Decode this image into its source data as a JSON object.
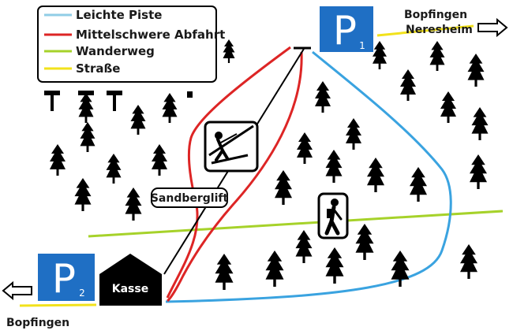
{
  "colors": {
    "easy_slope": "#3aa3e0",
    "medium_slope": "#dd2525",
    "hiking_trail": "#a6d22a",
    "road": "#f2e21b",
    "parking": "#1f6fc4",
    "tree": "#000000",
    "lift": "#000000"
  },
  "legend": [
    {
      "label": "Leichte Piste",
      "color": "#90cde6"
    },
    {
      "label": "Mittelschwere Abfahrt",
      "color": "#dd2525"
    },
    {
      "label": "Wanderweg",
      "color": "#a6d22a"
    },
    {
      "label": "Straße",
      "color": "#f2e21b"
    }
  ],
  "parking": [
    {
      "letter": "P",
      "number": "1"
    },
    {
      "letter": "P",
      "number": "2"
    }
  ],
  "destinations": {
    "top_right_1": "Bopfingen",
    "top_right_2": "Neresheim",
    "bottom_left": "Bopfingen"
  },
  "lift_label": "Sandberglift",
  "kasse_label": "Kasse",
  "icons": [
    "arrow-right-icon",
    "arrow-left-icon",
    "ski-lift-icon",
    "hiker-icon",
    "tree-icon"
  ]
}
